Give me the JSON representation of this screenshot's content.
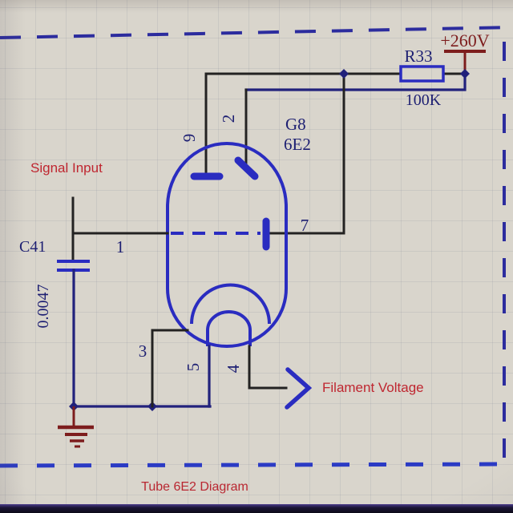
{
  "schematic": {
    "title": "Tube 6E2 Diagram",
    "annotations": {
      "signal_input": "Signal Input",
      "filament_voltage": "Filament Voltage"
    },
    "power": {
      "label": "+260V"
    },
    "resistor": {
      "ref": "R33",
      "value": "100K"
    },
    "capacitor": {
      "ref": "C41",
      "value": "0.0047"
    },
    "tube": {
      "designator": "G8",
      "type": "6E2",
      "pins": {
        "p1": "1",
        "p2": "2",
        "p3": "3",
        "p4": "4",
        "p5": "5",
        "p7": "7",
        "p9": "9"
      }
    },
    "colors": {
      "component_blue": "#2a2cc0",
      "label_navy": "#1d1f72",
      "wire_black": "#232222",
      "power_maroon": "#7d1d1d",
      "annotation_red": "#bf2630",
      "border_navy": "#2c2c9e",
      "border_bottom_blue": "#2b3bc4",
      "background_paper": "#d9d5cc",
      "bottom_bar": "#14112b"
    }
  }
}
